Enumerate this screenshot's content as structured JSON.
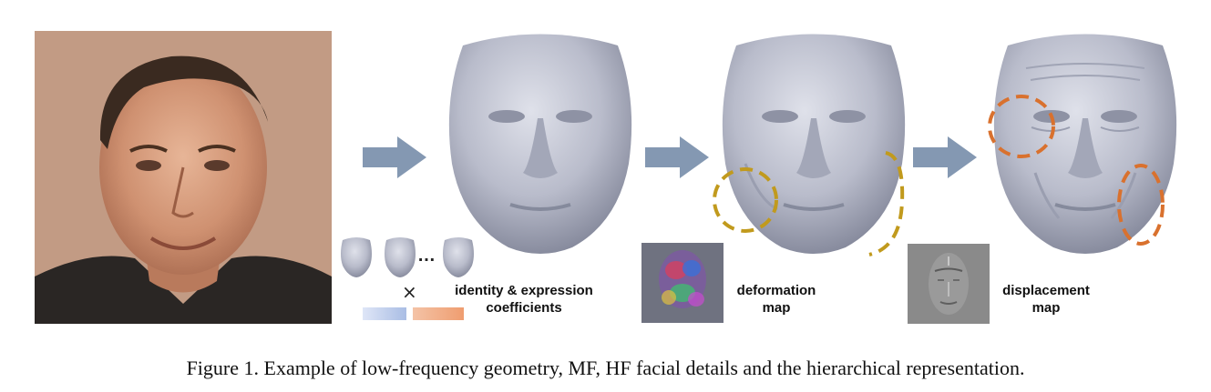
{
  "figure": {
    "caption": "Figure 1. Example of low-frequency geometry, MF, HF facial details and the hierarchical representation.",
    "labels": {
      "coefficients_line1": "identity & expression",
      "coefficients_line2": "coefficients",
      "deformation_line1": "deformation",
      "deformation_line2": "map",
      "displacement_line1": "displacement",
      "displacement_line2": "map"
    },
    "ellipsis": "…",
    "times": "×",
    "colors": {
      "arrow": "#8498b2",
      "mesh": "#b9bccb",
      "mf_circle": "#c19a1d",
      "hf_circle": "#d9712e",
      "identity_bar": "#a9bde4",
      "expression_bar": "#ef9d70"
    }
  }
}
